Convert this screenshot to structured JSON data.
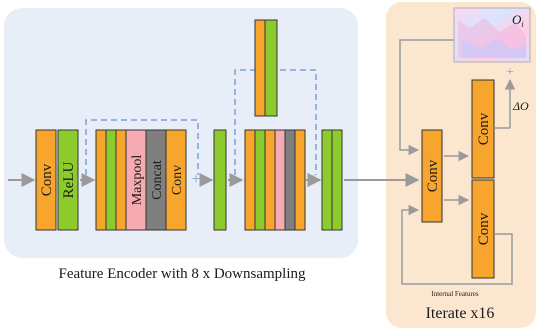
{
  "encoder": {
    "caption": "Feature Encoder with 8 x Downsampling",
    "block1": {
      "conv": "Conv",
      "relu": "ReLU"
    },
    "block2": {
      "maxpool": "Maxpool",
      "concat": "Concat",
      "conv": "Conv"
    }
  },
  "iterate": {
    "conv_main": "Conv",
    "conv_upper": "Conv",
    "conv_lower": "Conv",
    "delta_label": "ΔO",
    "image_label": "O",
    "image_subscript": "i",
    "internal_features": "Internal Features",
    "caption": "Iterate x16"
  },
  "colors": {
    "orange": "#f7a52c",
    "green": "#8ccb2c",
    "pink": "#f6aab2",
    "gray": "#7f7f7f",
    "encoder_bg": "#e8eef8",
    "iterate_bg": "#fbe6d0",
    "dashed_blue": "#7f9fd4",
    "arrow_gray": "#9a9a9a"
  }
}
